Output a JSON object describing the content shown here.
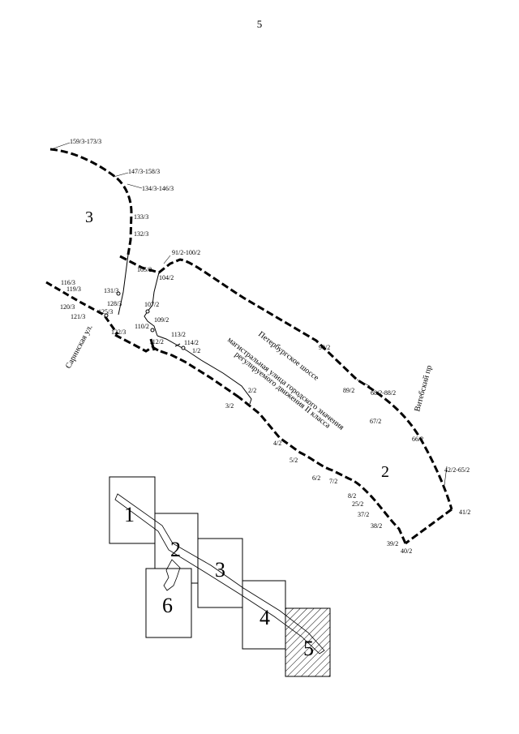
{
  "page_number": "5",
  "zones": {
    "z2": "2",
    "z3": "3"
  },
  "road_names": {
    "sarin": "Саринская ул.",
    "vitebsk": "Витебский пр",
    "shosse_1": "Петербургское шоссе",
    "shosse_2": "магистральная улица городского значения",
    "shosse_3": "регулируемого движения II класса"
  },
  "point_labels": {
    "p159": "159/3-173/3",
    "p147": "147/3-158/3",
    "p134": "134/3-146/3",
    "p133": "133/3",
    "p132": "132/3",
    "p131": "131/3",
    "p128": "128/3",
    "p125": "125/3",
    "p116": "116/3",
    "p119": "119/3",
    "p120": "120/3",
    "p121": "121/3",
    "p122": "122/3",
    "p105": "105/2",
    "p104": "104/2",
    "p91": "91/2-100/2",
    "p107": "107/2",
    "p109": "109/2",
    "p110": "110/2",
    "p113": "113/2",
    "p114": "114/2",
    "p1": "1/2",
    "p112": "112/2",
    "p90": "90/2",
    "p89": "89/2",
    "p68": "68/2-88/2",
    "p67": "67/2",
    "p66": "66/2",
    "p42": "42/2-65/2",
    "p41": "41/2",
    "p2": "2/2",
    "p3": "3/2",
    "p4": "4/2",
    "p5": "5/2",
    "p6": "6/2",
    "p7": "7/2",
    "p8": "8/2",
    "p25": "25/2",
    "p37": "37/2",
    "p38": "38/2",
    "p39": "39/2",
    "p40": "40/2"
  },
  "index_sheets": [
    "1",
    "2",
    "3",
    "4",
    "5",
    "6"
  ]
}
